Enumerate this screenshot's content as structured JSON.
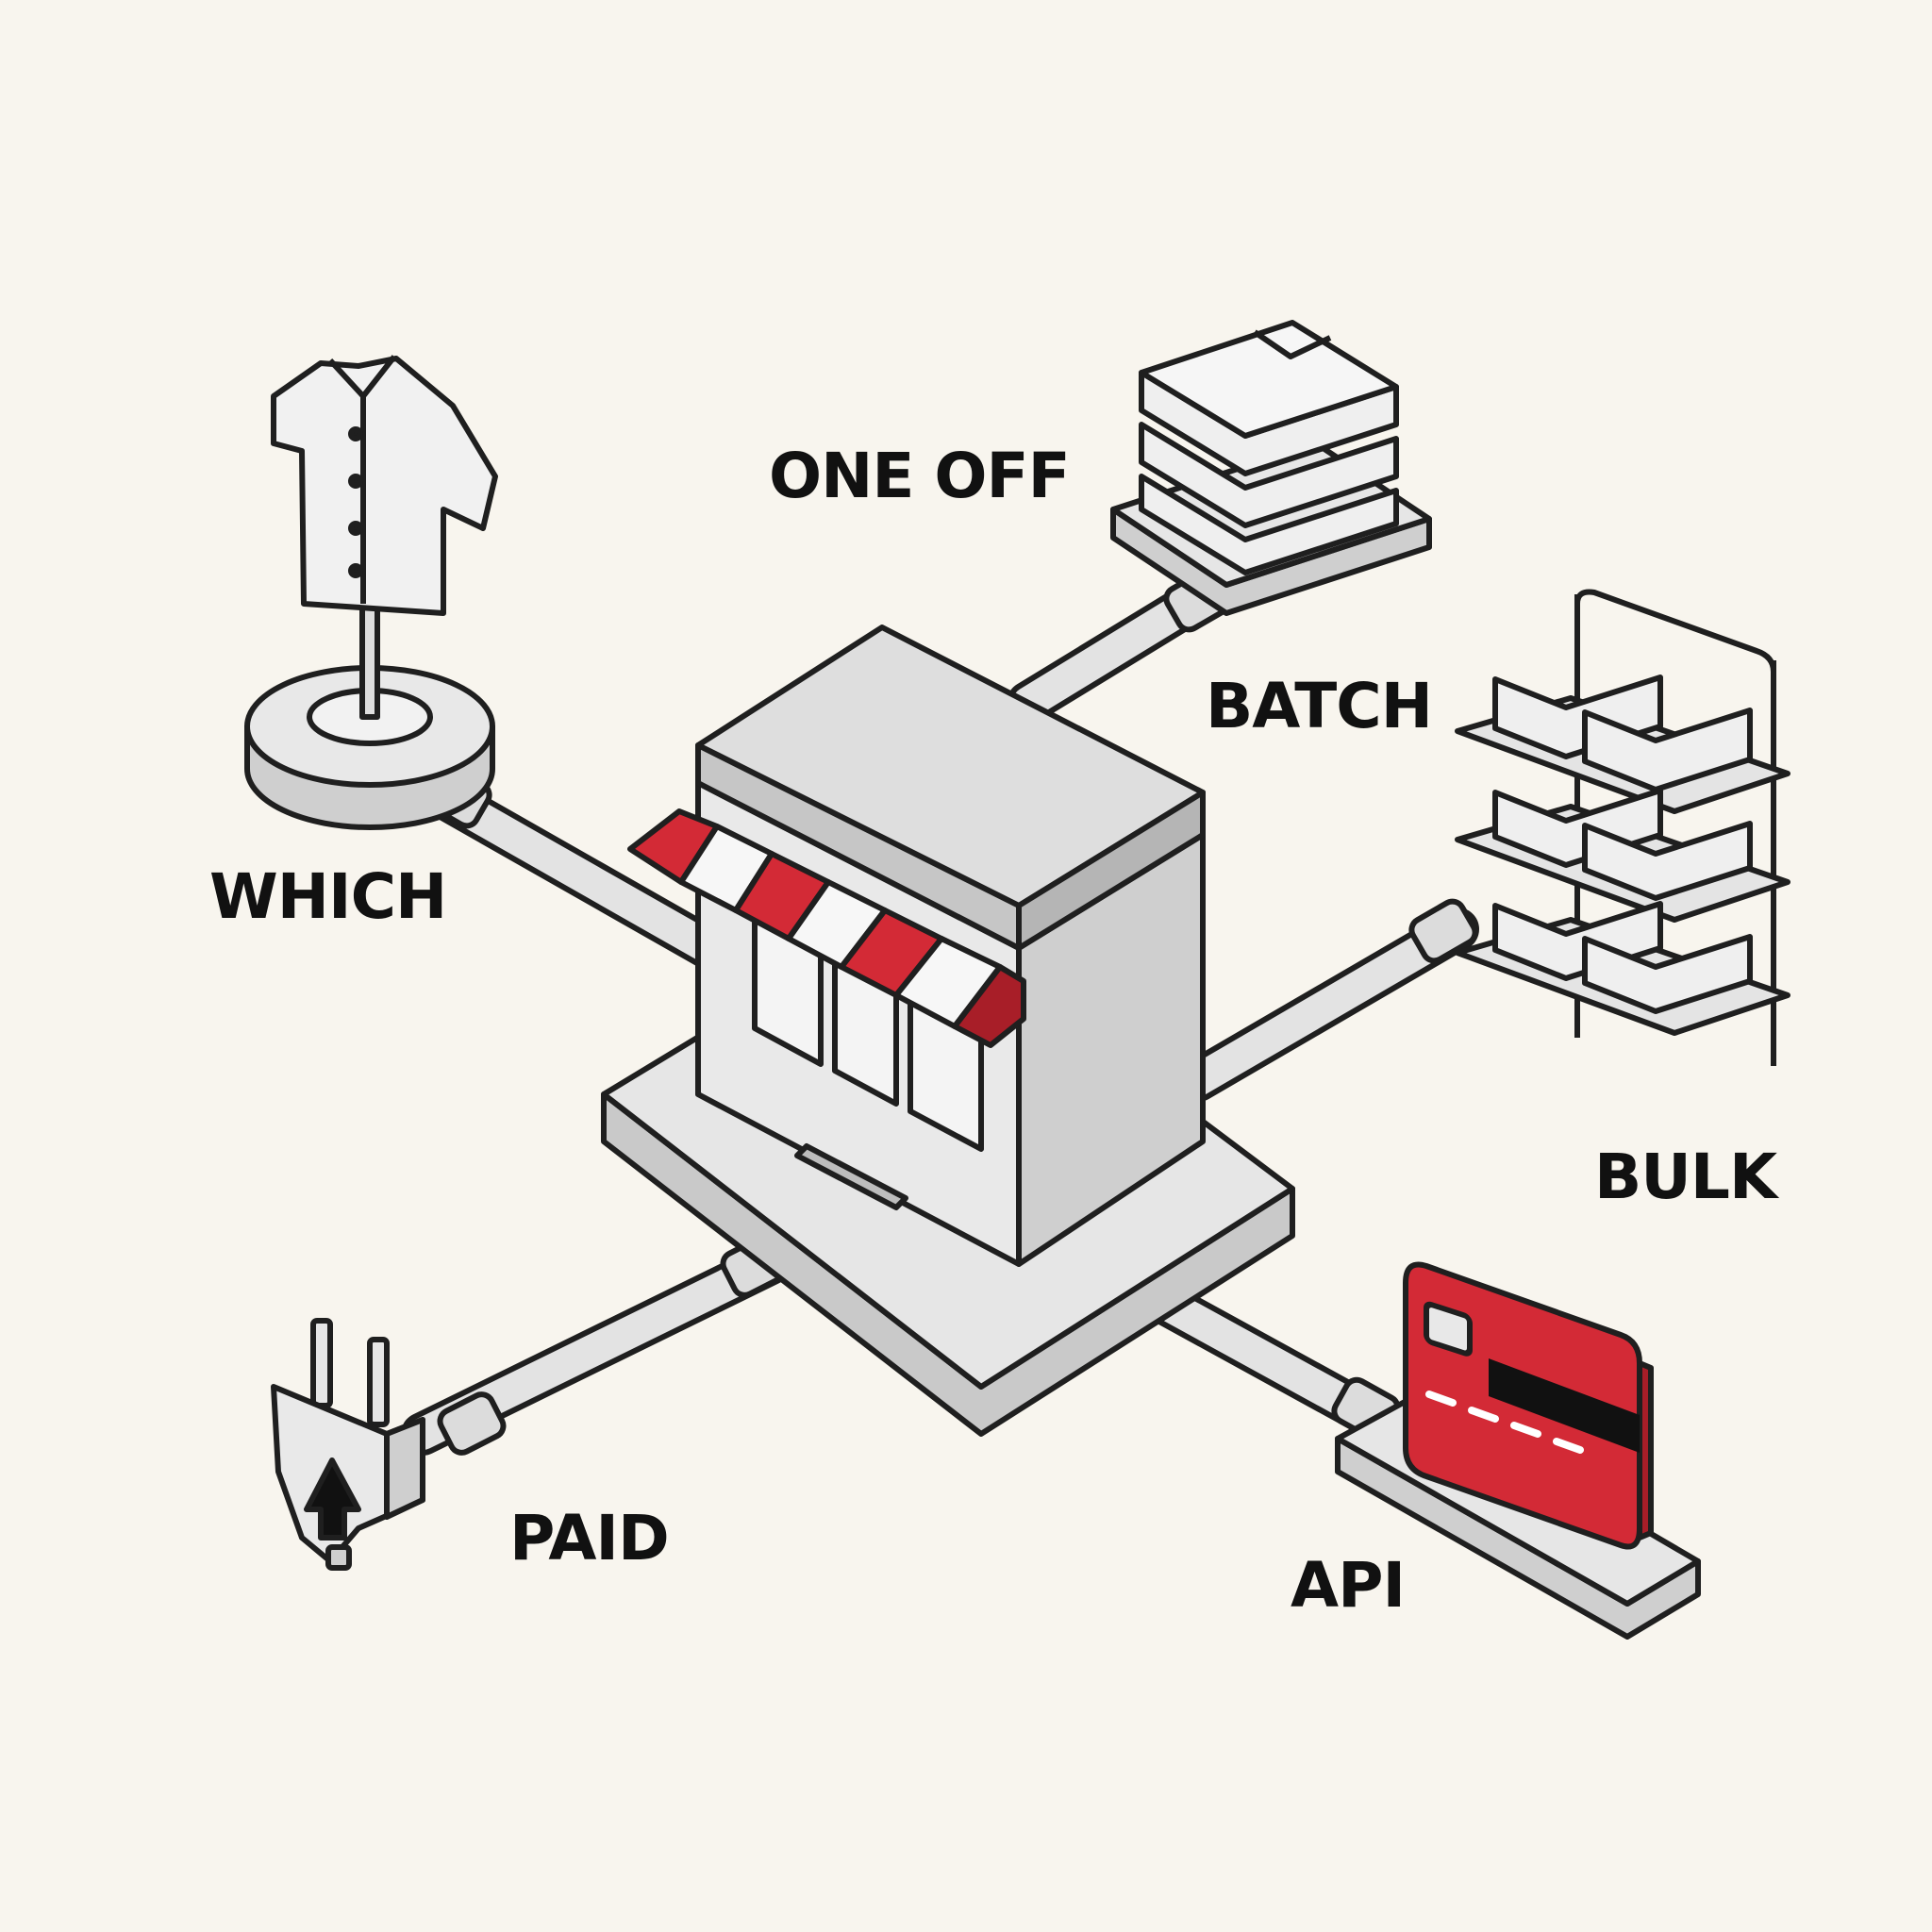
{
  "labels": {
    "which": "WHICH",
    "one_off": "ONE OFF",
    "batch": "BATCH",
    "bulk": "BULK",
    "paid": "PAID",
    "api": "API"
  },
  "icons": {
    "hub": "storefront-icon",
    "which": "shirt-on-stand-icon",
    "one_off": "folded-shirt-stack-icon",
    "bulk": "clothing-rack-icon",
    "paid": "power-plug-icon",
    "api": "credit-card-icon"
  },
  "colors": {
    "background": "#f8f5ee",
    "accent_red": "#d32a36",
    "outline": "#1f1f1f",
    "fill_light": "#ececec",
    "fill_mid": "#d9d9d9"
  }
}
